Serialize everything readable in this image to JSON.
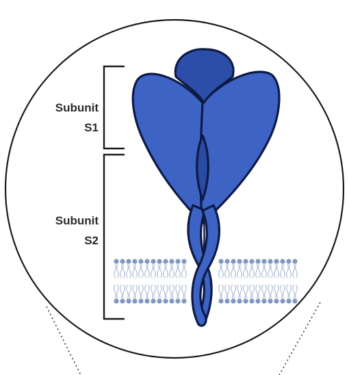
{
  "labels": {
    "s1": {
      "line1": "Subunit",
      "line2": "S1"
    },
    "s2": {
      "line1": "Subunit",
      "line2": "S2"
    }
  },
  "colors": {
    "protein_fill": "#3d63c4",
    "protein_dark": "#2a4aa3",
    "outline": "#0d1a45",
    "membrane": "#7f98bd",
    "circle_stroke": "#1a1a1a",
    "text": "#2a2a2a"
  }
}
